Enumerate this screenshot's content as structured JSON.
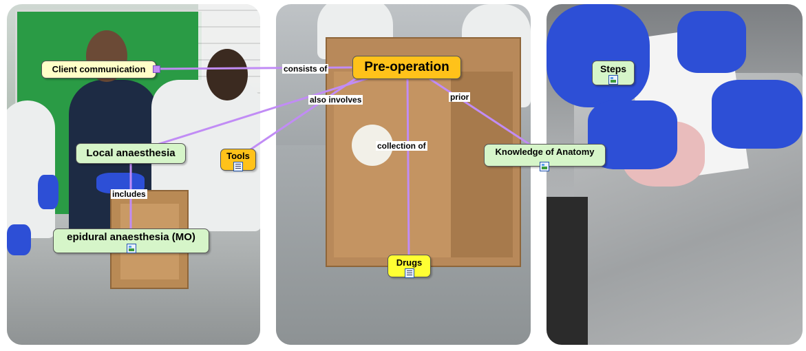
{
  "concept_map": {
    "nodes": {
      "pre_operation": "Pre-operation",
      "client_communication": "Client communication",
      "local_anaesthesia": "Local anaesthesia",
      "tools": "Tools",
      "epidural_anaesthesia": "epidural anaesthesia (MO)",
      "drugs": "Drugs",
      "knowledge_of_anatomy": "Knowledge of Anatomy",
      "steps": "Steps"
    },
    "links": {
      "consists_of": "consists of",
      "also_involves": "also involves",
      "prior": "prior",
      "collection_of": "collection of",
      "includes": "includes"
    },
    "resource_icons": {
      "tools": "document-icon",
      "drugs": "document-icon",
      "epidural_anaesthesia": "image-icon",
      "knowledge_of_anatomy": "image-icon",
      "steps": "image-icon"
    },
    "colors": {
      "link_line": "#c18cf5",
      "main_node": "#ffc21a",
      "green_node": "#d6f5c9",
      "yellow_node": "#ffff33",
      "cream_node": "#ffffc8"
    }
  }
}
